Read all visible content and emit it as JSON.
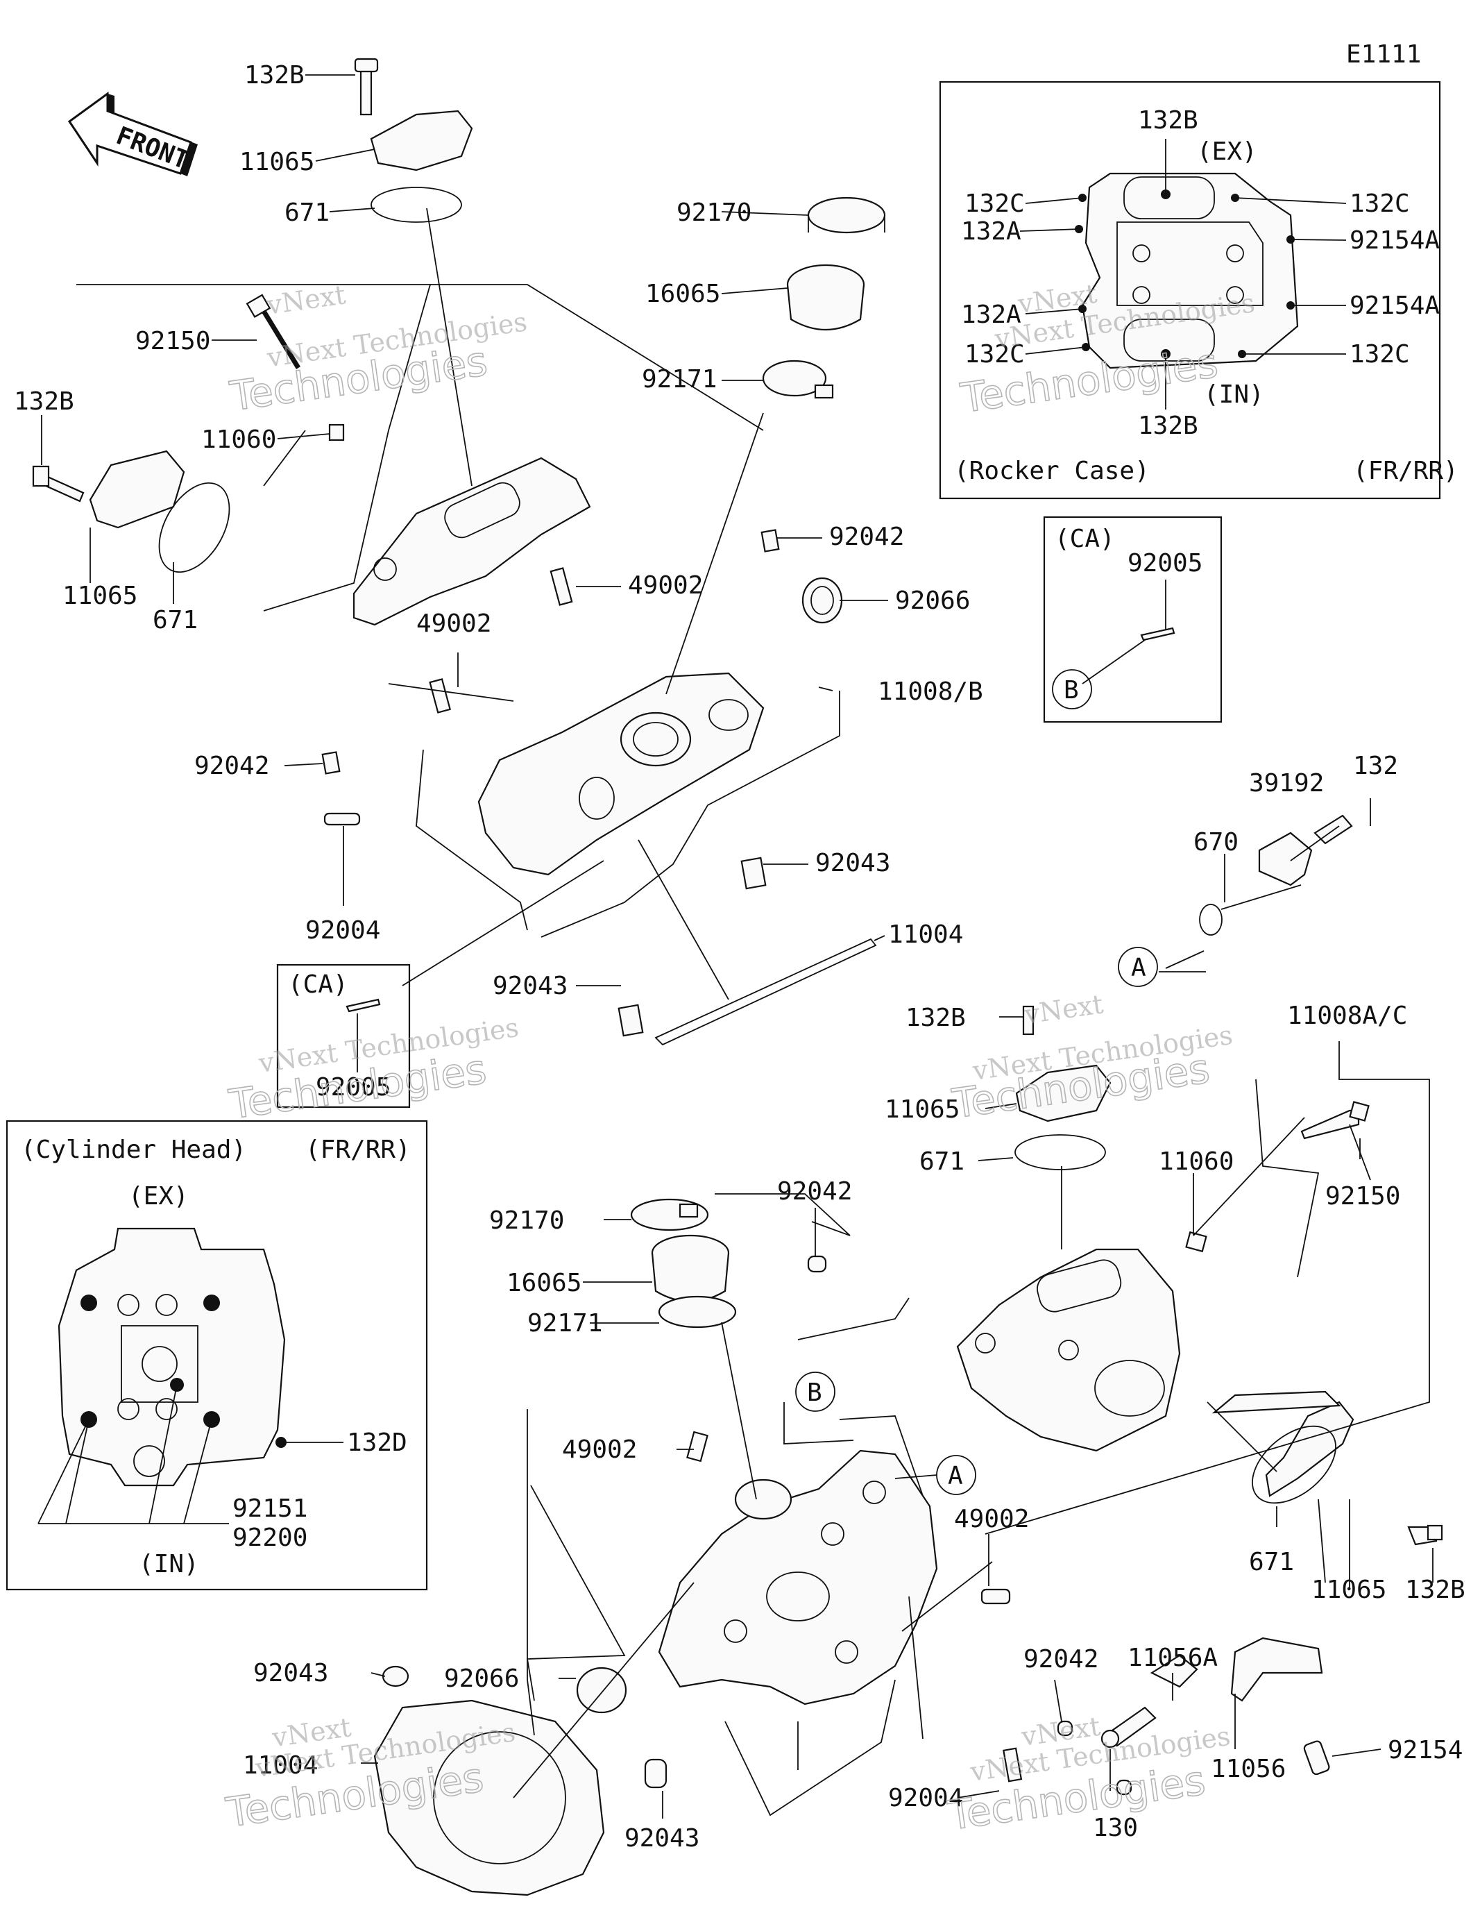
{
  "diagram_code": "E1111",
  "front_label": "FRONT",
  "watermark": {
    "line1": "vNext Technologies",
    "line2": "Technologies",
    "line3": "vNext"
  },
  "rocker_case_box": {
    "title": "(Rocker Case)",
    "variant": "(FR/RR)",
    "ex_label": "(EX)",
    "in_label": "(IN)",
    "labels": [
      "132B",
      "132C",
      "132A",
      "132C",
      "92154A",
      "92154A",
      "132A",
      "132C",
      "132C",
      "132B"
    ]
  },
  "ca_box_upper": {
    "title": "(CA)",
    "part": "92005",
    "ref": "B"
  },
  "ca_box_lower": {
    "title": "(CA)",
    "part": "92005"
  },
  "cylinder_head_box": {
    "title": "(Cylinder Head)",
    "variant": "(FR/RR)",
    "ex_label": "(EX)",
    "in_label": "(IN)",
    "labels": [
      "132D",
      "92151",
      "92200"
    ]
  },
  "callouts_upper": [
    "132B",
    "11065",
    "671",
    "92150",
    "11060",
    "132B",
    "11065",
    "671",
    "92170",
    "16065",
    "92171",
    "92042",
    "49002",
    "92066",
    "49002",
    "11008/B",
    "92042",
    "92043",
    "11004",
    "92004",
    "92043"
  ],
  "callouts_right": [
    "39192",
    "132",
    "670",
    "A",
    "132B",
    "11065",
    "671",
    "11008A/C",
    "11060",
    "92150",
    "671",
    "11065",
    "132B"
  ],
  "callouts_lower": [
    "92170",
    "16065",
    "92171",
    "92042",
    "B",
    "49002",
    "A",
    "49002",
    "92043",
    "92066",
    "11004",
    "92043",
    "92042",
    "11056A",
    "92004",
    "130",
    "11056",
    "92154"
  ]
}
